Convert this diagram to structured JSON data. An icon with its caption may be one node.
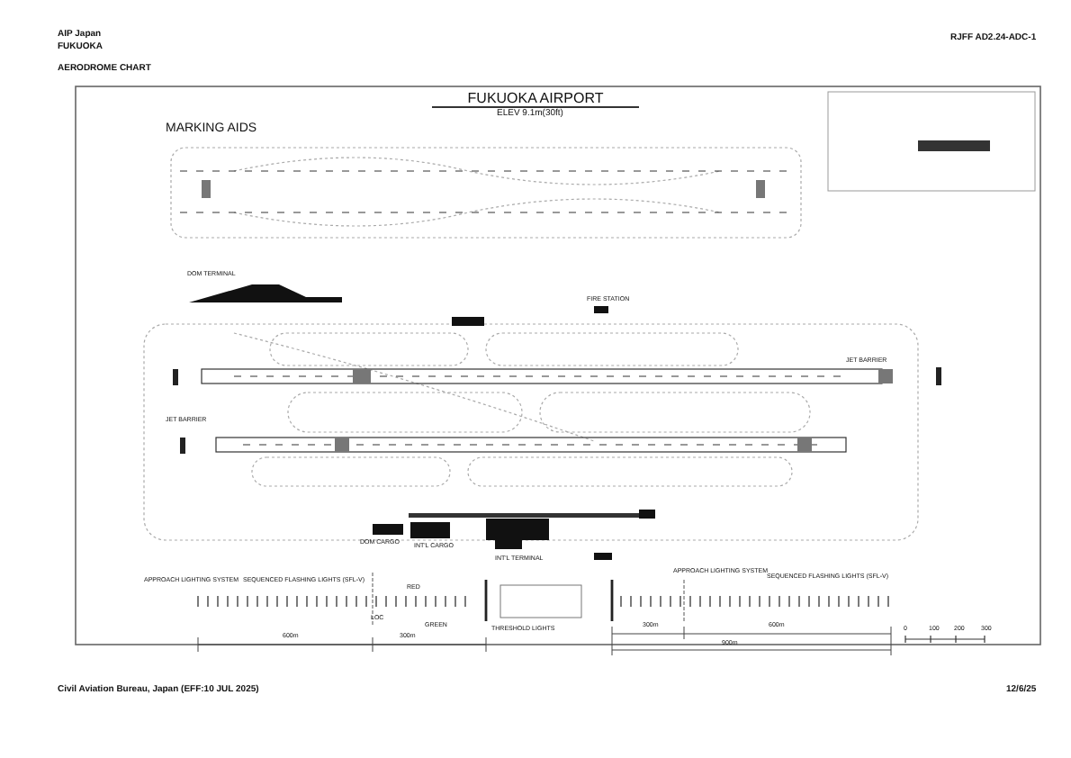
{
  "diagram": {
    "title": "FUKUOKA AIRPORT",
    "labels": [
      "AIP Japan",
      "FUKUOKA",
      "RJFF AD2.24-ADC-1",
      "AERODROME CHART",
      "ELEV 9.1m(30ft)",
      "MARKING AIDS",
      "DOM TERMINAL",
      "FIRE STATION",
      "JET BARRIER",
      "JET BARRIER",
      "DOM CARGO",
      "INT'L CARGO",
      "INT'L TERMINAL",
      "APPROACH LIGHTING SYSTEM",
      "SEQUENCED FLASHING LIGHTS (SFL-V)",
      "RED",
      "LOC",
      "GREEN",
      "THRESHOLD LIGHTS",
      "600m",
      "300m",
      "APPROACH LIGHTING SYSTEM",
      "SEQUENCED FLASHING LIGHTS (SFL-V)",
      "300m",
      "600m",
      "900m",
      "0",
      "100",
      "200",
      "300",
      "Civil Aviation Bureau, Japan (EFF:10 JUL 2025)",
      "12/6/25"
    ]
  }
}
